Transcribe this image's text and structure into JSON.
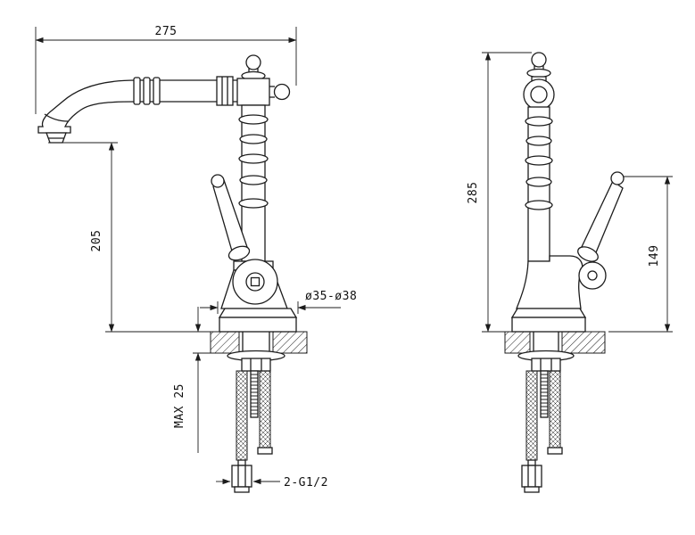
{
  "colors": {
    "background": "#ffffff",
    "line": "#1c1c1c"
  },
  "dimensions": {
    "spout_reach": "275",
    "spout_height": "205",
    "mount_hole_diameter": "ø35-ø38",
    "max_deck_thickness": "MAX 25",
    "supply_thread": "2-G1/2",
    "overall_height": "285",
    "handle_height": "149"
  }
}
